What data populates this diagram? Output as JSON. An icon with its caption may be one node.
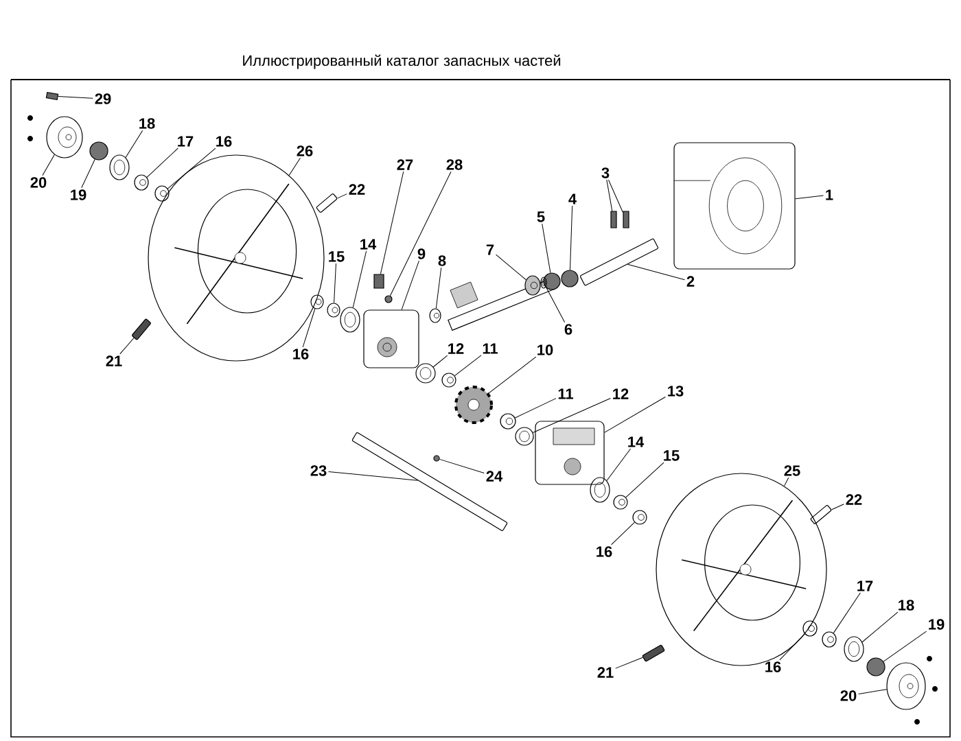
{
  "diagram": {
    "title": "Иллюстрированный каталог запасных частей",
    "nodes": [
      {
        "text": [
          "29"
        ]
      },
      {
        "text": [],
        "shape": "box"
      },
      {
        "text": [
          "20"
        ]
      },
      {
        "text": [],
        "shape": "picture"
      },
      {
        "text": [
          "19"
        ]
      },
      {
        "text": [],
        "shape": "circle"
      },
      {
        "text": [
          "18"
        ]
      },
      {
        "text": [],
        "shape": "picture"
      },
      {
        "text": [
          "17"
        ]
      },
      {
        "text": [],
        "shape": "picture"
      },
      {
        "text": [
          "16"
        ]
      },
      {
        "text": [],
        "shape": "picture"
      },
      {
        "text": [
          "26"
        ]
      },
      {
        "text": [],
        "shape": "picture"
      },
      {
        "text": [
          "22"
        ]
      },
      {
        "text": [],
        "shape": "picture"
      },
      {
        "text": [
          "27"
        ]
      },
      {
        "text": [],
        "shape": "box"
      },
      {
        "text": [
          "28"
        ]
      },
      {
        "text": [],
        "shape": "circle"
      },
      {
        "text": [
          "9"
        ]
      },
      {
        "text": [],
        "shape": "picture"
      },
      {
        "text": [
          "8"
        ]
      },
      {
        "text": [],
        "shape": "picture"
      },
      {
        "text": [
          "7"
        ]
      },
      {
        "text": [],
        "shape": "picture"
      },
      {
        "text": [
          "5"
        ]
      },
      {
        "text": [],
        "shape": "circle"
      },
      {
        "text": [
          "4"
        ]
      },
      {
        "text": [],
        "shape": "circle"
      },
      {
        "text": [
          "3"
        ]
      },
      {
        "text": [],
        "shape": "box"
      },
      {
        "text": [],
        "shape": "box"
      },
      {
        "text": [
          "1"
        ]
      },
      {
        "text": [],
        "shape": "picture"
      },
      {
        "text": [
          "14"
        ]
      },
      {
        "text": [],
        "shape": "picture"
      },
      {
        "text": [
          "15"
        ]
      },
      {
        "text": [],
        "shape": "picture"
      },
      {
        "text": [
          "16"
        ]
      },
      {
        "text": [],
        "shape": "picture"
      },
      {
        "text": [
          "6"
        ]
      },
      {
        "text": [],
        "shape": "picture"
      },
      {
        "text": [
          "2"
        ]
      },
      {
        "text": [],
        "shape": "picture"
      },
      {
        "text": [
          "21"
        ]
      },
      {
        "text": [],
        "shape": "picture"
      },
      {
        "text": [
          "12"
        ]
      },
      {
        "text": [],
        "shape": "picture"
      },
      {
        "text": [
          "11"
        ]
      },
      {
        "text": [],
        "shape": "picture"
      },
      {
        "text": [
          "10"
        ]
      },
      {
        "text": [],
        "shape": "picture"
      },
      {
        "text": [
          "11"
        ]
      },
      {
        "text": [],
        "shape": "picture"
      },
      {
        "text": [
          "12"
        ]
      },
      {
        "text": [],
        "shape": "picture"
      },
      {
        "text": [
          "13"
        ]
      },
      {
        "text": [],
        "shape": "picture"
      },
      {
        "text": [
          "23"
        ]
      },
      {
        "text": [],
        "shape": "picture"
      },
      {
        "text": [
          "24"
        ]
      },
      {
        "text": [],
        "shape": "circle"
      },
      {
        "text": [
          "14"
        ]
      },
      {
        "text": [],
        "shape": "picture"
      },
      {
        "text": [
          "15"
        ]
      },
      {
        "text": [],
        "shape": "picture"
      },
      {
        "text": [
          "16"
        ]
      },
      {
        "text": [],
        "shape": "picture"
      },
      {
        "text": [
          "25"
        ]
      },
      {
        "text": [],
        "shape": "picture"
      },
      {
        "text": [
          "22"
        ]
      },
      {
        "text": [],
        "shape": "picture"
      },
      {
        "text": [
          "21"
        ]
      },
      {
        "text": [],
        "shape": "picture"
      },
      {
        "text": [
          "16"
        ]
      },
      {
        "text": [],
        "shape": "picture"
      },
      {
        "text": [
          "17"
        ]
      },
      {
        "text": [],
        "shape": "picture"
      },
      {
        "text": [
          "18"
        ]
      },
      {
        "text": [],
        "shape": "picture"
      },
      {
        "text": [
          "19"
        ]
      },
      {
        "text": [],
        "shape": "circle"
      },
      {
        "text": [
          "20"
        ]
      },
      {
        "text": [],
        "shape": "picture"
      }
    ],
    "edges": [
      {
        "from": 0,
        "to": 1,
        "arrow": "none"
      },
      {
        "from": 2,
        "to": 3,
        "arrow": "none"
      },
      {
        "from": 4,
        "to": 5,
        "arrow": "none"
      },
      {
        "from": 6,
        "to": 7,
        "arrow": "none"
      },
      {
        "from": 8,
        "to": 9,
        "arrow": "none"
      },
      {
        "from": 10,
        "to": 11,
        "arrow": "none"
      },
      {
        "from": 12,
        "to": 13,
        "arrow": "none"
      },
      {
        "from": 14,
        "to": 15,
        "arrow": "none"
      },
      {
        "from": 16,
        "to": 17,
        "arrow": "none"
      },
      {
        "from": 18,
        "to": 19,
        "arrow": "none"
      },
      {
        "from": 20,
        "to": 21,
        "arrow": "none"
      },
      {
        "from": 22,
        "to": 23,
        "arrow": "none"
      },
      {
        "from": 24,
        "to": 25,
        "arrow": "none"
      },
      {
        "from": 26,
        "to": 27,
        "arrow": "none"
      },
      {
        "from": 28,
        "to": 29,
        "arrow": "none"
      },
      {
        "from": 30,
        "to": 31,
        "arrow": "none"
      },
      {
        "from": 30,
        "to": 32,
        "arrow": "none"
      },
      {
        "from": 33,
        "to": 34,
        "arrow": "none"
      },
      {
        "from": 35,
        "to": 36,
        "arrow": "none"
      },
      {
        "from": 37,
        "to": 38,
        "arrow": "none"
      },
      {
        "from": 39,
        "to": 40,
        "arrow": "none"
      },
      {
        "from": 41,
        "to": 42,
        "arrow": "none"
      },
      {
        "from": 43,
        "to": 44,
        "arrow": "none"
      },
      {
        "from": 45,
        "to": 46,
        "arrow": "none"
      },
      {
        "from": 47,
        "to": 48,
        "arrow": "none"
      },
      {
        "from": 49,
        "to": 50,
        "arrow": "none"
      },
      {
        "from": 51,
        "to": 52,
        "arrow": "none"
      },
      {
        "from": 53,
        "to": 54,
        "arrow": "none"
      },
      {
        "from": 55,
        "to": 56,
        "arrow": "none"
      },
      {
        "from": 57,
        "to": 58,
        "arrow": "none"
      },
      {
        "from": 59,
        "to": 60,
        "arrow": "none"
      },
      {
        "from": 61,
        "to": 62,
        "arrow": "none"
      },
      {
        "from": 63,
        "to": 64,
        "arrow": "none"
      },
      {
        "from": 65,
        "to": 66,
        "arrow": "none"
      },
      {
        "from": 67,
        "to": 68,
        "arrow": "none"
      },
      {
        "from": 69,
        "to": 70,
        "arrow": "none"
      },
      {
        "from": 71,
        "to": 72,
        "arrow": "none"
      },
      {
        "from": 73,
        "to": 74,
        "arrow": "none"
      },
      {
        "from": 75,
        "to": 76,
        "arrow": "none"
      },
      {
        "from": 77,
        "to": 78,
        "arrow": "none"
      },
      {
        "from": 79,
        "to": 80,
        "arrow": "none"
      },
      {
        "from": 81,
        "to": 82,
        "arrow": "none"
      },
      {
        "from": 83,
        "to": 84,
        "arrow": "none"
      }
    ]
  }
}
